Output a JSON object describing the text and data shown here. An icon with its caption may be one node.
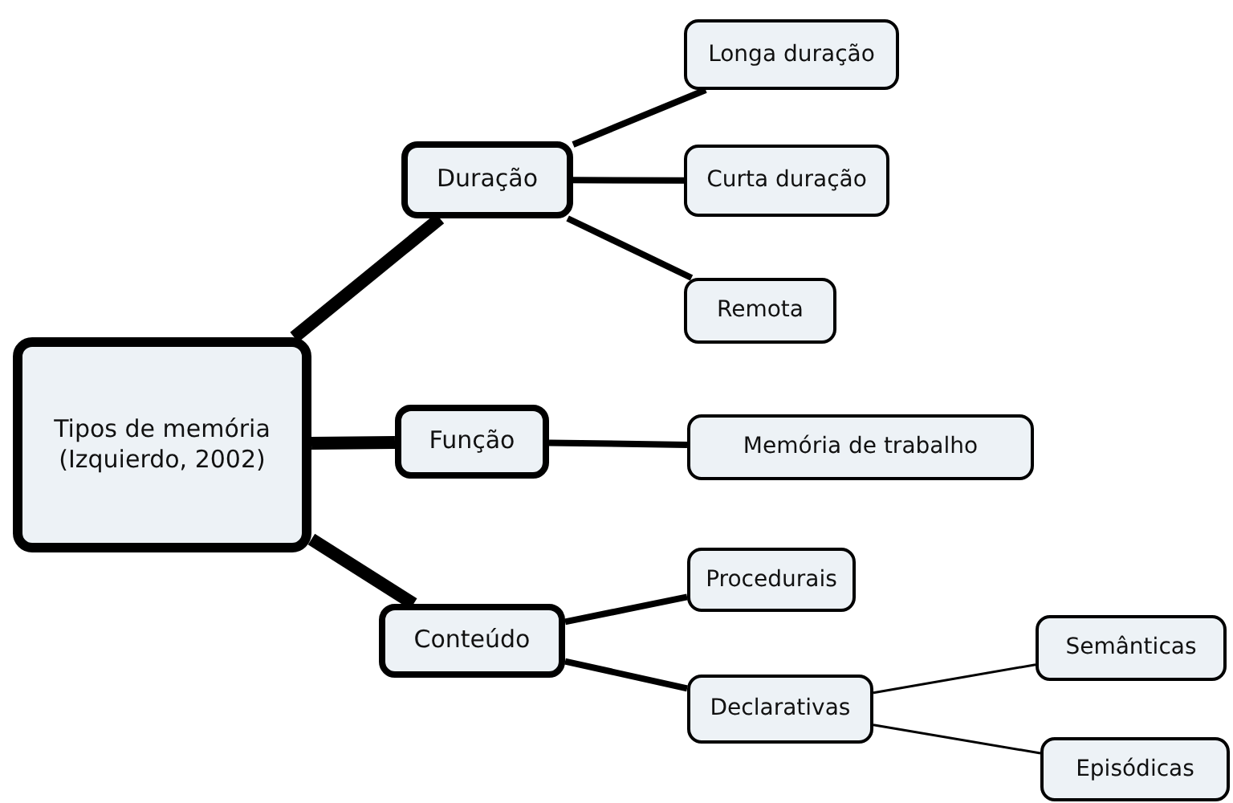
{
  "diagram": {
    "nodes": [
      {
        "text": [
          "Tipos de memória (Izquierdo, 2002)"
        ]
      },
      {
        "text": [
          "Duração"
        ]
      },
      {
        "text": [
          "Função"
        ]
      },
      {
        "text": [
          "Conteúdo"
        ]
      },
      {
        "text": [
          "Longa duração"
        ]
      },
      {
        "text": [
          "Curta duração"
        ]
      },
      {
        "text": [
          "Remota"
        ]
      },
      {
        "text": [
          "Memória de trabalho"
        ]
      },
      {
        "text": [
          "Procedurais"
        ]
      },
      {
        "text": [
          "Declarativas"
        ]
      },
      {
        "text": [
          "Semânticas"
        ]
      },
      {
        "text": [
          "Episódicas"
        ]
      }
    ],
    "edges": [
      {
        "from": 0,
        "to": 1,
        "arrow": "none",
        "style": "thick"
      },
      {
        "from": 0,
        "to": 2,
        "arrow": "none",
        "style": "thick"
      },
      {
        "from": 0,
        "to": 3,
        "arrow": "none",
        "style": "thick"
      },
      {
        "from": 1,
        "to": 4,
        "arrow": "none"
      },
      {
        "from": 1,
        "to": 5,
        "arrow": "none"
      },
      {
        "from": 1,
        "to": 6,
        "arrow": "none"
      },
      {
        "from": 2,
        "to": 7,
        "arrow": "none"
      },
      {
        "from": 3,
        "to": 8,
        "arrow": "none"
      },
      {
        "from": 3,
        "to": 9,
        "arrow": "none"
      },
      {
        "from": 9,
        "to": 10,
        "arrow": "none"
      },
      {
        "from": 9,
        "to": 11,
        "arrow": "none"
      }
    ]
  }
}
